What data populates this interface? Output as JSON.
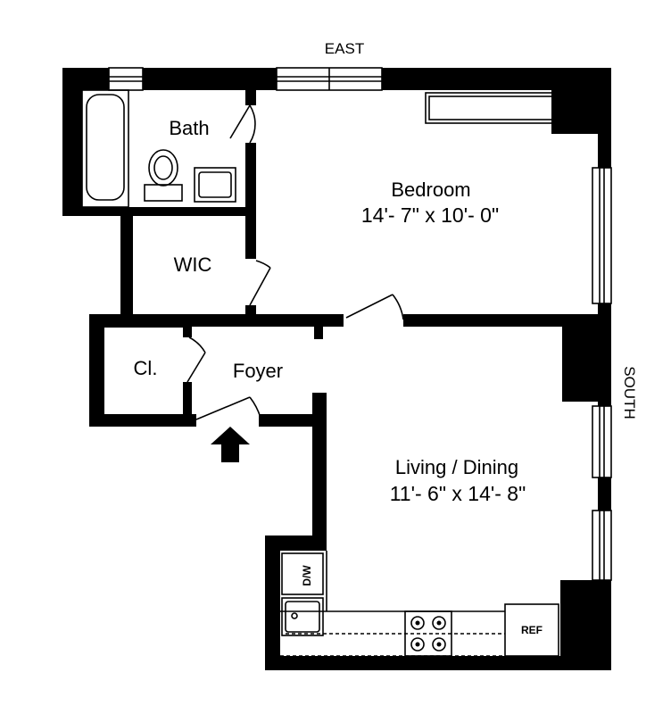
{
  "compass": {
    "top": "EAST",
    "right": "SOUTH"
  },
  "rooms": {
    "bath": {
      "name": "Bath"
    },
    "bedroom": {
      "name": "Bedroom",
      "dimensions": "14'- 7\" x 10'- 0\""
    },
    "wic": {
      "name": "WIC"
    },
    "closet": {
      "name": "Cl."
    },
    "foyer": {
      "name": "Foyer"
    },
    "living": {
      "name": "Living / Dining",
      "dimensions": "11'- 6\" x 14'- 8\""
    }
  },
  "appliances": {
    "dishwasher": "D/W",
    "refrigerator": "REF"
  },
  "entrance": {
    "icon": "entrance-arrow-icon"
  }
}
